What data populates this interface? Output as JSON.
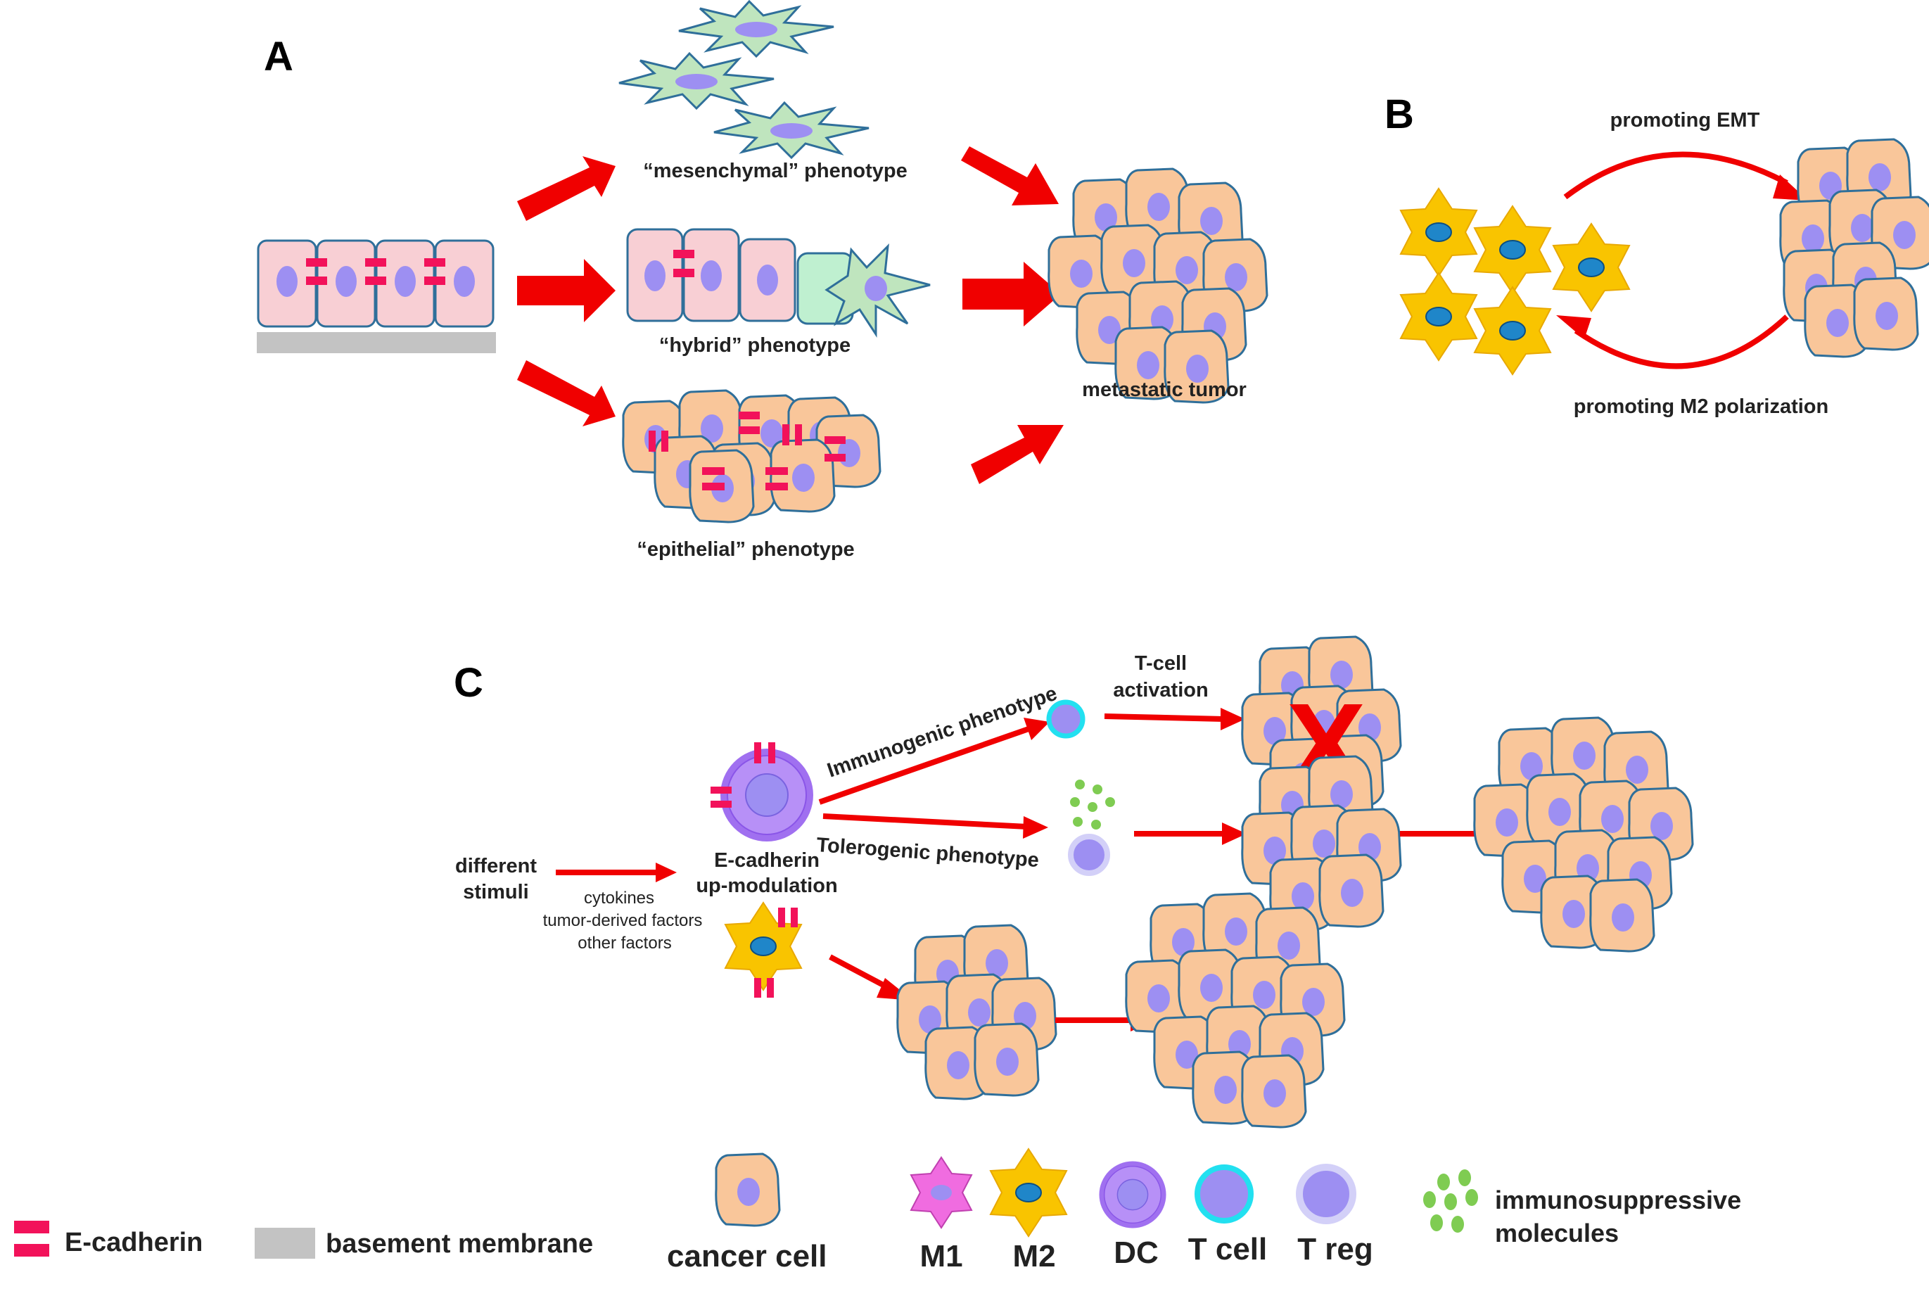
{
  "panels": {
    "a": "A",
    "b": "B",
    "c": "C"
  },
  "panel_a": {
    "mesenchymal": "“mesenchymal” phenotype",
    "hybrid": "“hybrid” phenotype",
    "epithelial": "“epithelial” phenotype",
    "metastatic": "metastatic tumor"
  },
  "panel_b": {
    "top": "promoting EMT",
    "bottom": "promoting M2 polarization"
  },
  "panel_c": {
    "stimuli_1": "different",
    "stimuli_2": "stimuli",
    "ecad_1": "E-cadherin",
    "ecad_2": "up-modulation",
    "factor_1": "cytokines",
    "factor_2": "tumor-derived factors",
    "factor_3": "other factors",
    "immunogenic": "Immunogenic phenotype",
    "tolerogenic": "Tolerogenic phenotype",
    "tcell_1": "T-cell",
    "tcell_2": "activation",
    "blocked": "X"
  },
  "legend": {
    "ecadherin": "E-cadherin",
    "membrane": "basement membrane",
    "cancer": "cancer cell",
    "m1": "M1",
    "m2": "M2",
    "dc": "DC",
    "tcell": "T cell",
    "treg": "T reg",
    "immuno_1": "immunosuppressive",
    "immuno_2": "molecules"
  },
  "colors": {
    "cell_fill": "#f9c69a",
    "nucleus": "#9d8ff2",
    "ecadherin": "#f2125a",
    "arrow": "#f00000",
    "m2": "#f9c400",
    "m1": "#f06ce0",
    "dc": "#a070f0",
    "tcell_ring": "#22e0f0",
    "mesenchymal": "#bfe5be"
  }
}
